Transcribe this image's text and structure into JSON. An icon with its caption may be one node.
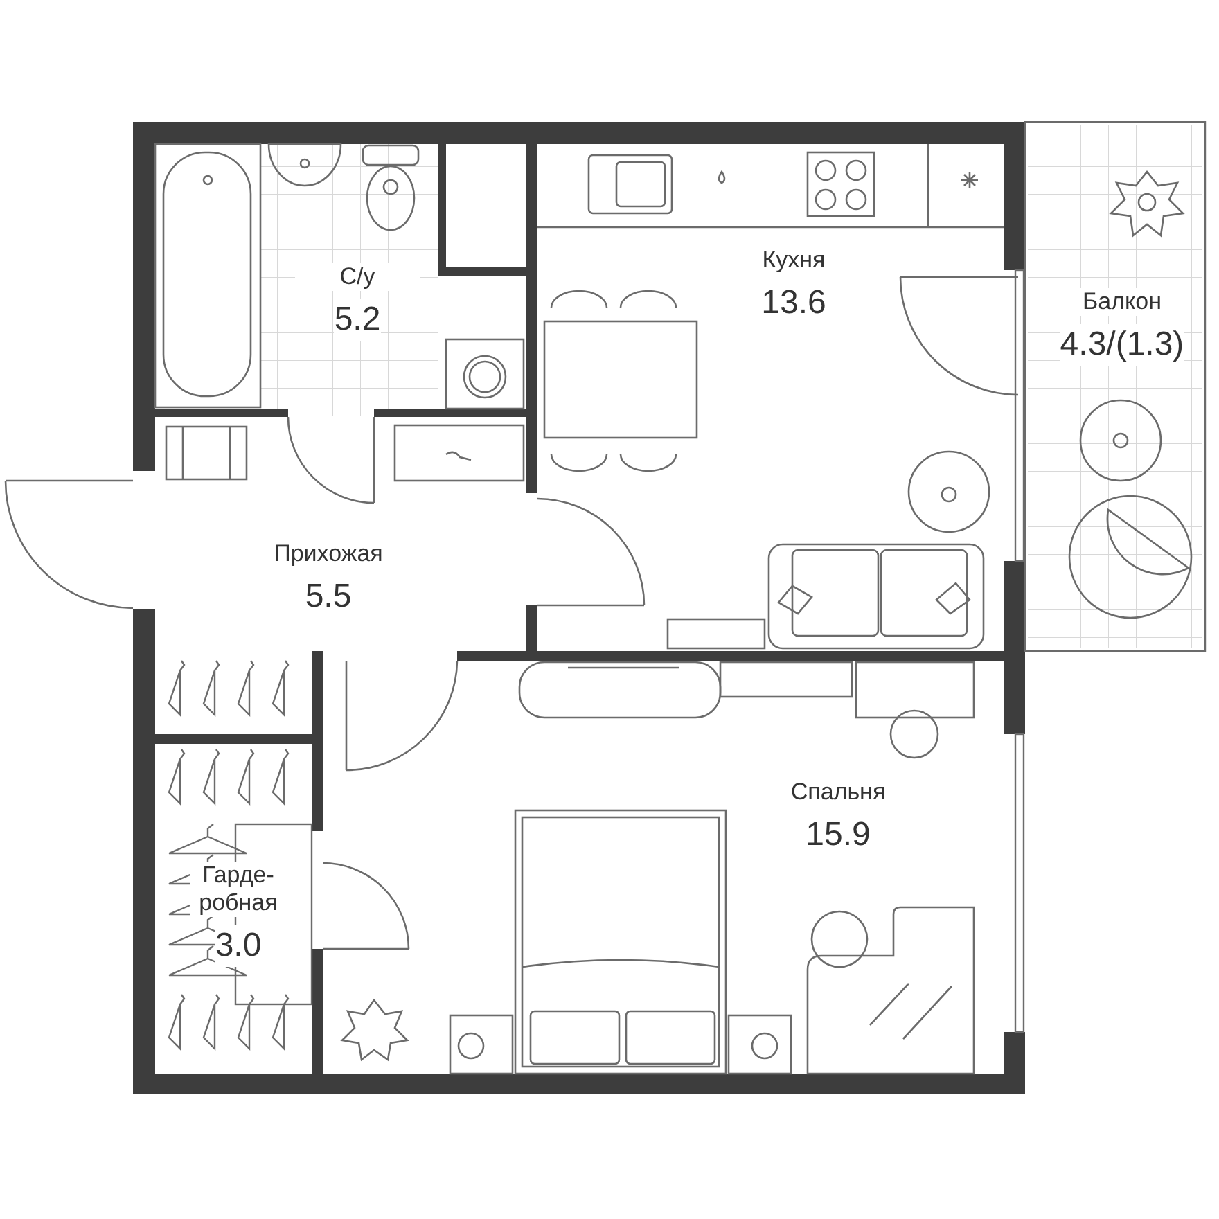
{
  "diagram": {
    "nodes": [
      {
        "text": [
          "С/у",
          "5.2"
        ]
      },
      {
        "text": [
          "Кухня",
          "13.6"
        ]
      },
      {
        "text": [
          "Балкон",
          "4.3/(1.3)"
        ]
      },
      {
        "text": [
          "Прихожая",
          "5.5"
        ]
      },
      {
        "text": [
          "Спальня",
          "15.9"
        ]
      },
      {
        "text": [
          "Гарде-робная",
          "3.0"
        ]
      }
    ]
  }
}
